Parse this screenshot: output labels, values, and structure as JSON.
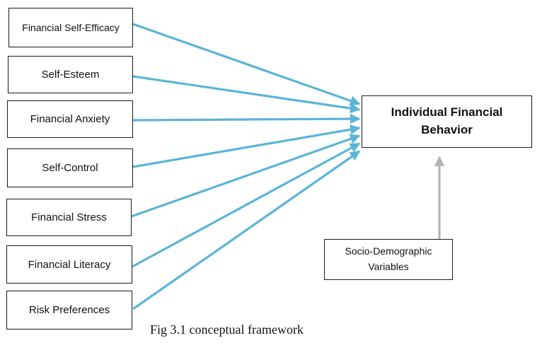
{
  "diagram": {
    "predictors": [
      {
        "id": "self_efficacy",
        "label": "Financial Self-Efficacy"
      },
      {
        "id": "self_esteem",
        "label": "Self-Esteem"
      },
      {
        "id": "anxiety",
        "label": "Financial Anxiety"
      },
      {
        "id": "self_control",
        "label": "Self-Control"
      },
      {
        "id": "stress",
        "label": "Financial Stress"
      },
      {
        "id": "literacy",
        "label": "Financial Literacy"
      },
      {
        "id": "risk",
        "label": "Risk Preferences"
      }
    ],
    "outcome": {
      "line1": "Individual Financial",
      "line2": "Behavior"
    },
    "moderator": {
      "line1": "Socio-Demographic",
      "line2": "Variables"
    },
    "caption": "Fig 3.1 conceptual framework",
    "colors": {
      "predictor_arrow": "#5bb4d8",
      "moderator_arrow": "#b3b3b3",
      "box_border": "#1a1a1a"
    }
  }
}
